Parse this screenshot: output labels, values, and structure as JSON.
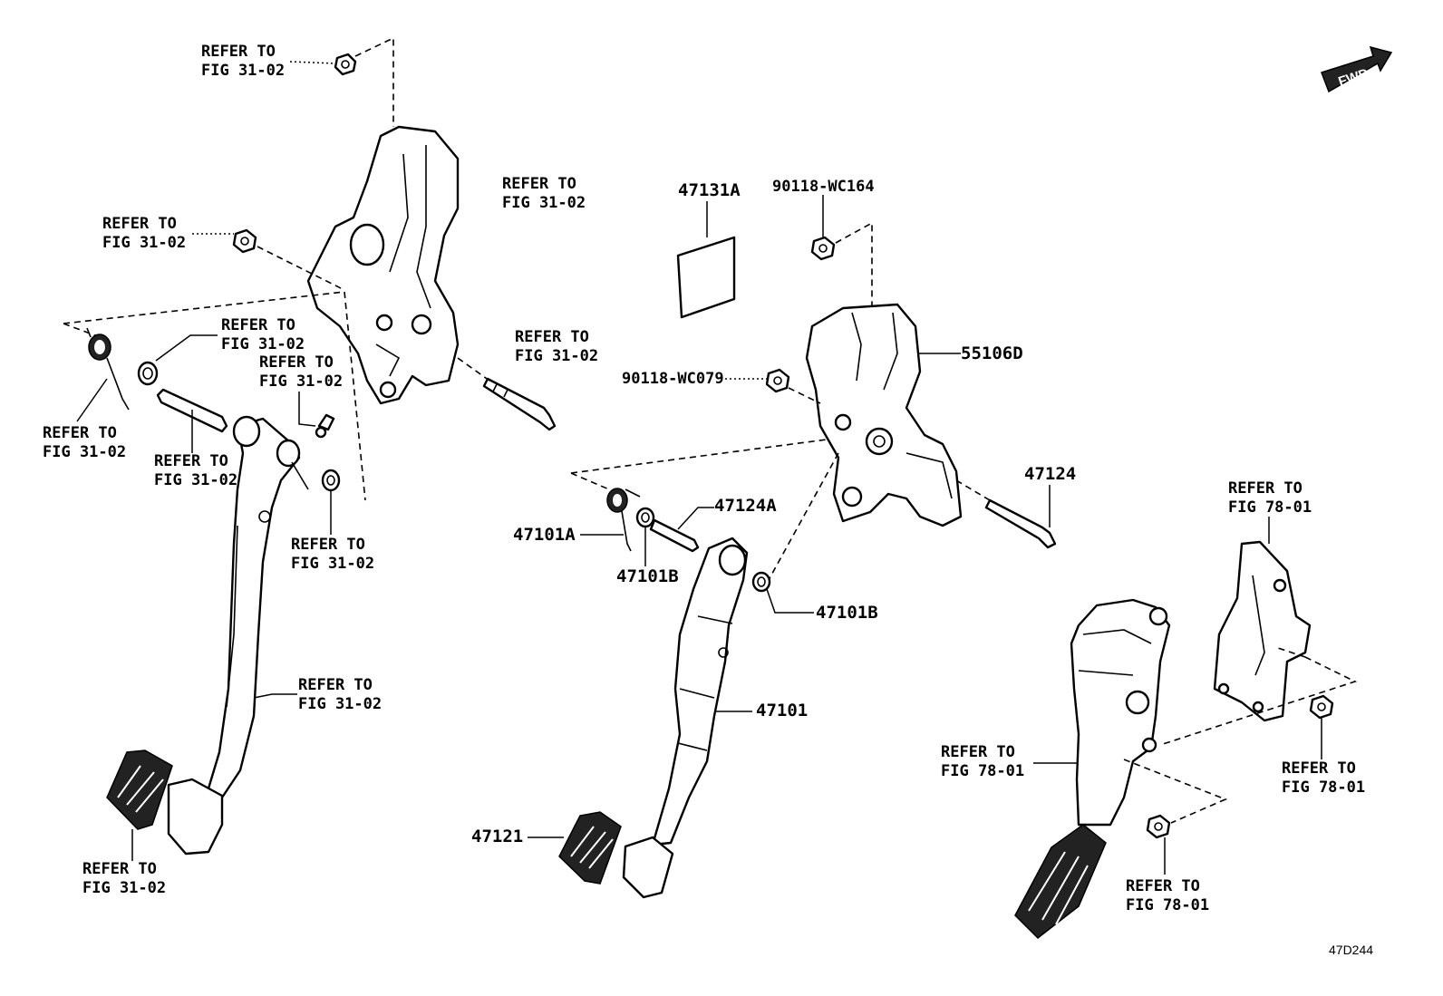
{
  "refer": {
    "r01": [
      "REFER TO",
      "FIG 31-02"
    ],
    "r02": [
      "REFER TO",
      "FIG 31-02"
    ],
    "r03": [
      "REFER TO",
      "FIG 31-02"
    ],
    "r04": [
      "REFER TO",
      "FIG 31-02"
    ],
    "r05": [
      "REFER TO",
      "FIG 31-02"
    ],
    "r06": [
      "REFER TO",
      "FIG 31-02"
    ],
    "r07": [
      "REFER TO",
      "FIG 31-02"
    ],
    "r08": [
      "REFER TO",
      "FIG 31-02"
    ],
    "r09": [
      "REFER TO",
      "FIG 31-02"
    ],
    "r10": [
      "REFER TO",
      "FIG 31-02"
    ],
    "r11": [
      "REFER TO",
      "FIG 31-02"
    ],
    "r12": [
      "REFER TO",
      "FIG 78-01"
    ],
    "r13": [
      "REFER TO",
      "FIG 78-01"
    ],
    "r14": [
      "REFER TO",
      "FIG 78-01"
    ],
    "r15": [
      "REFER TO",
      "FIG 78-01"
    ]
  },
  "parts": {
    "p47131A": "47131A",
    "p90118_WC164": "90118-WC164",
    "p55106D": "55106D",
    "p90118_WC079": "90118-WC079",
    "p47124": "47124",
    "p47124A": "47124A",
    "p47101A": "47101A",
    "p47101B_left": "47101B",
    "p47101B_right": "47101B",
    "p47101": "47101",
    "p47121": "47121"
  },
  "fwd_label": "FWD",
  "figure_code": "47D244"
}
